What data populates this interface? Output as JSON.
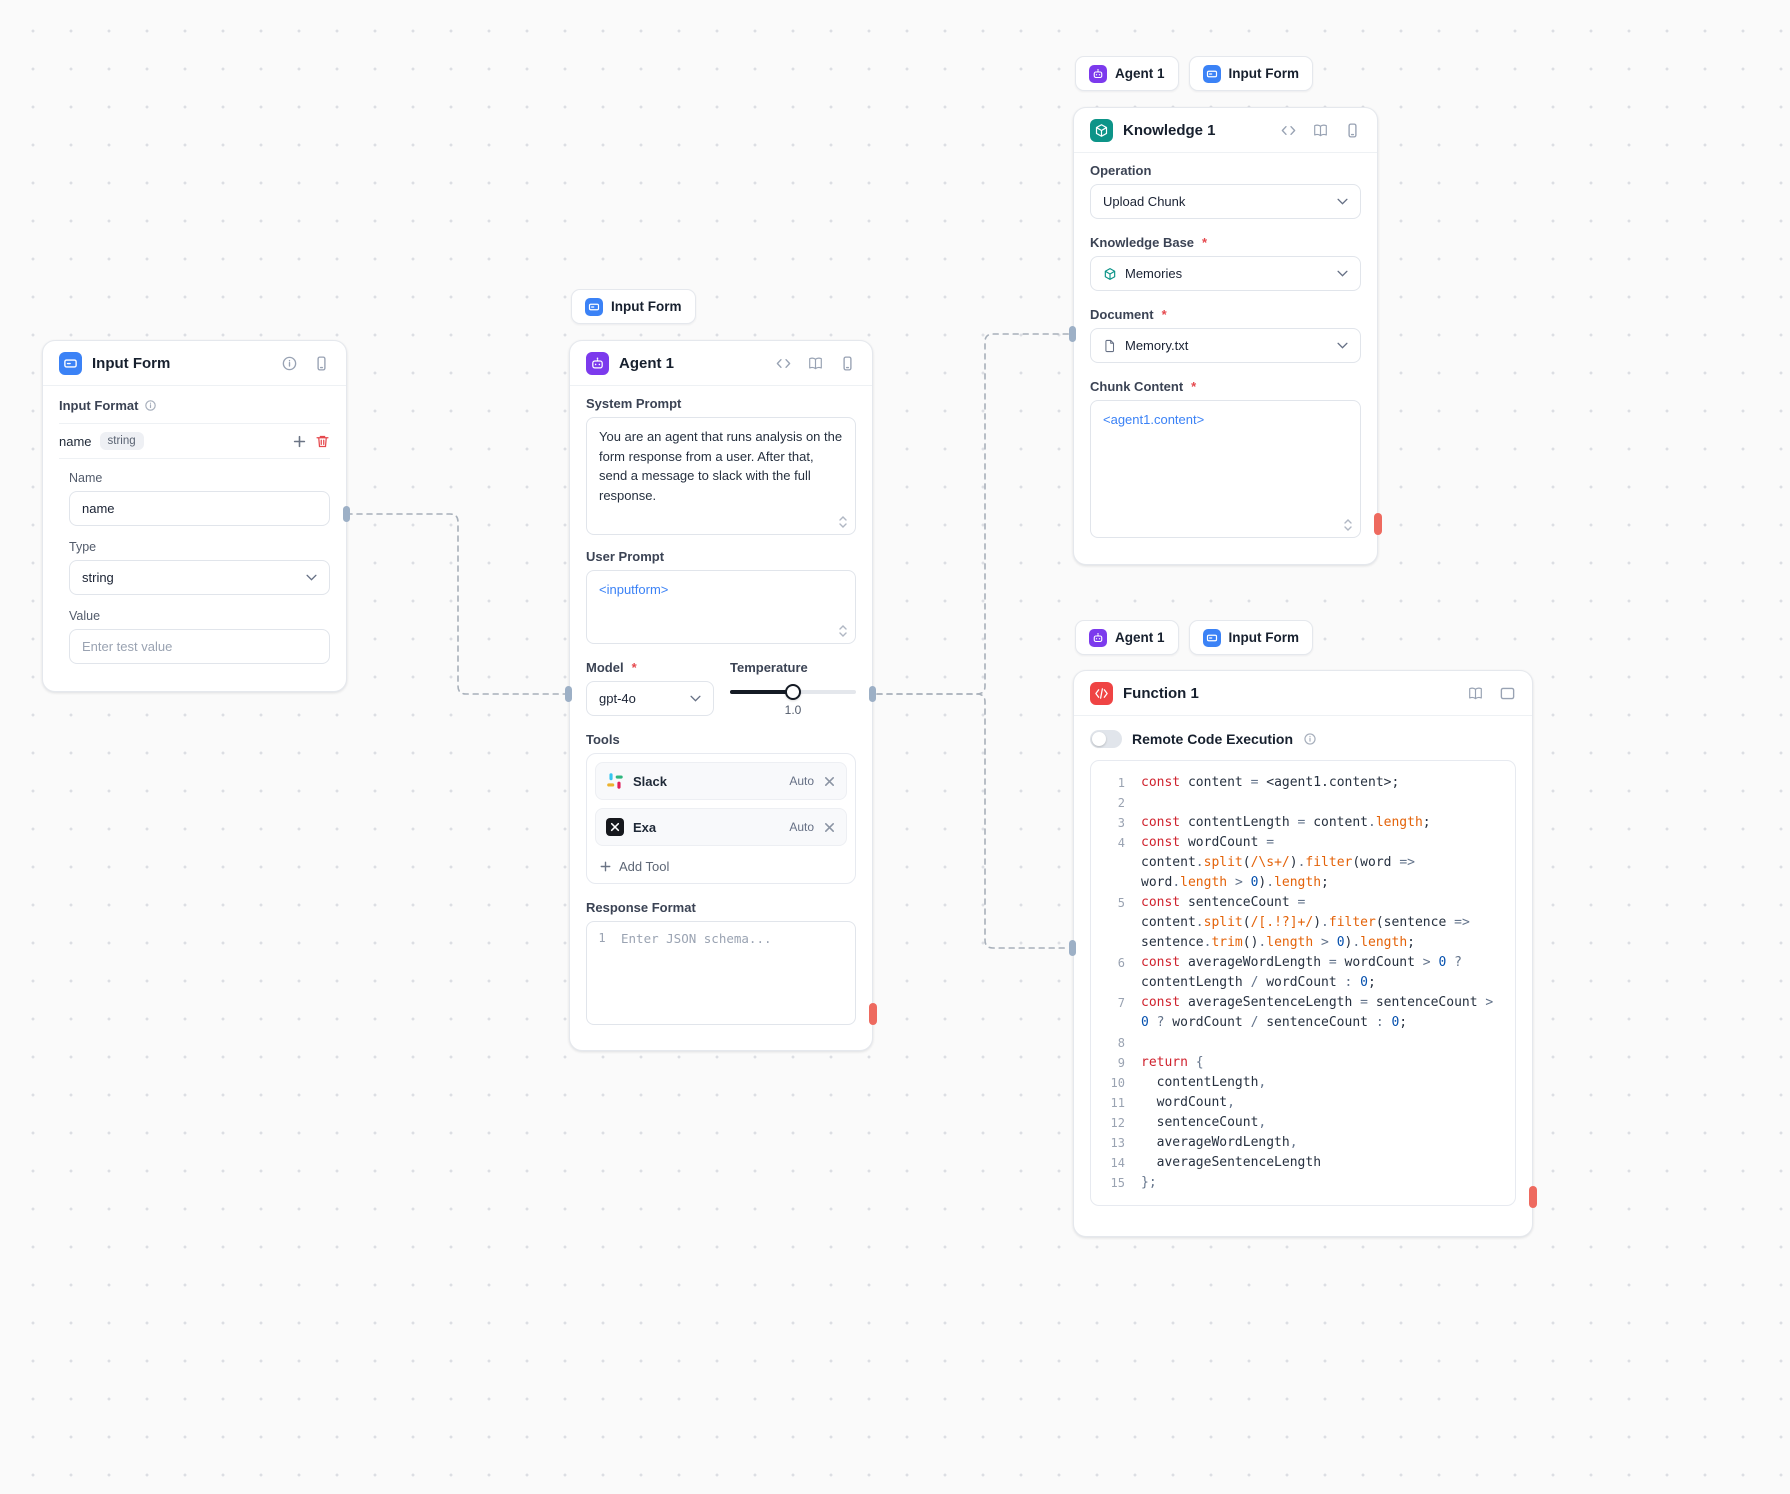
{
  "colors": {
    "form_accent": "#3b82f6",
    "agent_accent": "#7c3aed",
    "knowledge_accent": "#0d9488",
    "function_accent": "#ef4444",
    "template_variable": "#3b82f6",
    "red_handle": "#ee6a5f"
  },
  "misc": {
    "required_marker": "*"
  },
  "chips": {
    "above_agent": [
      {
        "label": "Input Form",
        "type": "form"
      }
    ],
    "above_knowledge": [
      {
        "label": "Agent 1",
        "type": "agent"
      },
      {
        "label": "Input Form",
        "type": "form"
      }
    ],
    "above_function": [
      {
        "label": "Agent 1",
        "type": "agent"
      },
      {
        "label": "Input Form",
        "type": "form"
      }
    ]
  },
  "nodes": {
    "input_form": {
      "title": "Input Form",
      "input_format_label": "Input Format",
      "field_row": {
        "name": "name",
        "type_badge": "string"
      },
      "name_label": "Name",
      "name_value": "name",
      "type_label": "Type",
      "type_value": "string",
      "value_label": "Value",
      "value_placeholder": "Enter test value"
    },
    "agent": {
      "title": "Agent 1",
      "system_prompt_label": "System Prompt",
      "system_prompt_value": "You are an agent that runs analysis on the form response from a user. After that, send a message to slack with the full response.",
      "user_prompt_label": "User Prompt",
      "user_prompt_value": "<inputform>",
      "model_label": "Model",
      "model_value": "gpt-4o",
      "temperature_label": "Temperature",
      "temperature_value": "1.0",
      "tools_label": "Tools",
      "tools": [
        {
          "name": "Slack",
          "mode": "Auto"
        },
        {
          "name": "Exa",
          "mode": "Auto"
        }
      ],
      "add_tool_label": "Add Tool",
      "response_format_label": "Response Format",
      "response_format_line": "1",
      "response_format_placeholder": "Enter JSON schema..."
    },
    "knowledge": {
      "title": "Knowledge 1",
      "operation_label": "Operation",
      "operation_value": "Upload Chunk",
      "knowledge_base_label": "Knowledge Base",
      "knowledge_base_value": "Memories",
      "document_label": "Document",
      "document_value": "Memory.txt",
      "chunk_content_label": "Chunk Content",
      "chunk_content_value": "<agent1.content>"
    },
    "function": {
      "title": "Function 1",
      "toggle_label": "Remote Code Execution",
      "code_lines": [
        {
          "n": 1,
          "t": [
            [
              "k",
              "const"
            ],
            [
              "p",
              " content "
            ],
            [
              "o",
              "= "
            ],
            [
              "p",
              "<agent1.content>;"
            ]
          ]
        },
        {
          "n": 2,
          "t": []
        },
        {
          "n": 3,
          "t": [
            [
              "k",
              "const"
            ],
            [
              "p",
              " contentLength "
            ],
            [
              "o",
              "= "
            ],
            [
              "p",
              "content"
            ],
            [
              "o",
              "."
            ],
            [
              "f",
              "length"
            ],
            [
              "p",
              ";"
            ]
          ]
        },
        {
          "n": 4,
          "t": [
            [
              "k",
              "const"
            ],
            [
              "p",
              " wordCount "
            ],
            [
              "o",
              "= "
            ],
            [
              "p",
              "content"
            ],
            [
              "o",
              "."
            ],
            [
              "f",
              "split"
            ],
            [
              "p",
              "("
            ],
            [
              "r",
              "/\\s+/"
            ],
            [
              "p",
              ")"
            ],
            [
              "o",
              "."
            ],
            [
              "f",
              "filter"
            ],
            [
              "p",
              "(word "
            ],
            [
              "o",
              "=>"
            ],
            [
              "p",
              " word"
            ],
            [
              "o",
              "."
            ],
            [
              "f",
              "length"
            ],
            [
              "p",
              " "
            ],
            [
              "o",
              ">"
            ],
            [
              "p",
              " "
            ],
            [
              "n",
              "0"
            ],
            [
              "p",
              ")"
            ],
            [
              "o",
              "."
            ],
            [
              "f",
              "length"
            ],
            [
              "p",
              ";"
            ]
          ]
        },
        {
          "n": 5,
          "t": [
            [
              "k",
              "const"
            ],
            [
              "p",
              " sentenceCount "
            ],
            [
              "o",
              "= "
            ],
            [
              "p",
              "content"
            ],
            [
              "o",
              "."
            ],
            [
              "f",
              "split"
            ],
            [
              "p",
              "("
            ],
            [
              "r",
              "/[.!?]+/"
            ],
            [
              "p",
              ")"
            ],
            [
              "o",
              "."
            ],
            [
              "f",
              "filter"
            ],
            [
              "p",
              "(sentence "
            ],
            [
              "o",
              "=>"
            ],
            [
              "p",
              " sentence"
            ],
            [
              "o",
              "."
            ],
            [
              "f",
              "trim"
            ],
            [
              "p",
              "()"
            ],
            [
              "o",
              "."
            ],
            [
              "f",
              "length"
            ],
            [
              "p",
              " "
            ],
            [
              "o",
              ">"
            ],
            [
              "p",
              " "
            ],
            [
              "n",
              "0"
            ],
            [
              "p",
              ")"
            ],
            [
              "o",
              "."
            ],
            [
              "f",
              "length"
            ],
            [
              "p",
              ";"
            ]
          ]
        },
        {
          "n": 6,
          "t": [
            [
              "k",
              "const"
            ],
            [
              "p",
              " averageWordLength "
            ],
            [
              "o",
              "= "
            ],
            [
              "p",
              "wordCount "
            ],
            [
              "o",
              ">"
            ],
            [
              "p",
              " "
            ],
            [
              "n",
              "0"
            ],
            [
              "p",
              " "
            ],
            [
              "o",
              "?"
            ],
            [
              "p",
              " contentLength "
            ],
            [
              "o",
              "/"
            ],
            [
              "p",
              " wordCount "
            ],
            [
              "o",
              ":"
            ],
            [
              "p",
              " "
            ],
            [
              "n",
              "0"
            ],
            [
              "p",
              ";"
            ]
          ]
        },
        {
          "n": 7,
          "t": [
            [
              "k",
              "const"
            ],
            [
              "p",
              " averageSentenceLength "
            ],
            [
              "o",
              "= "
            ],
            [
              "p",
              "sentenceCount "
            ],
            [
              "o",
              ">"
            ],
            [
              "p",
              " "
            ],
            [
              "n",
              "0"
            ],
            [
              "p",
              " "
            ],
            [
              "o",
              "?"
            ],
            [
              "p",
              " wordCount "
            ],
            [
              "o",
              "/"
            ],
            [
              "p",
              " sentenceCount "
            ],
            [
              "o",
              ":"
            ],
            [
              "p",
              " "
            ],
            [
              "n",
              "0"
            ],
            [
              "p",
              ";"
            ]
          ]
        },
        {
          "n": 8,
          "t": []
        },
        {
          "n": 9,
          "t": [
            [
              "k",
              "return"
            ],
            [
              "p",
              " "
            ],
            [
              "o",
              "{"
            ]
          ]
        },
        {
          "n": 10,
          "t": [
            [
              "p",
              "  contentLength"
            ],
            [
              "o",
              ","
            ]
          ]
        },
        {
          "n": 11,
          "t": [
            [
              "p",
              "  wordCount"
            ],
            [
              "o",
              ","
            ]
          ]
        },
        {
          "n": 12,
          "t": [
            [
              "p",
              "  sentenceCount"
            ],
            [
              "o",
              ","
            ]
          ]
        },
        {
          "n": 13,
          "t": [
            [
              "p",
              "  averageWordLength"
            ],
            [
              "o",
              ","
            ]
          ]
        },
        {
          "n": 14,
          "t": [
            [
              "p",
              "  averageSentenceLength"
            ]
          ]
        },
        {
          "n": 15,
          "t": [
            [
              "o",
              "};"
            ]
          ]
        }
      ]
    }
  }
}
